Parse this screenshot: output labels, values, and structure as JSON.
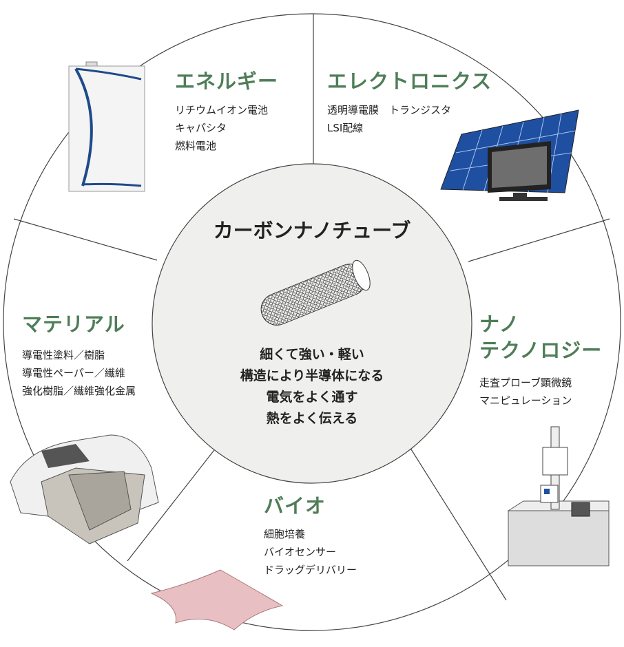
{
  "center": {
    "title": "カーボンナノチューブ",
    "properties": [
      "細くて強い・軽い",
      "構造により半導体になる",
      "電気をよく通す",
      "熱をよく伝える"
    ]
  },
  "sectors": {
    "energy": {
      "title": "エネルギー",
      "items": [
        "リチウムイオン電池",
        "キャパシタ",
        "燃料電池"
      ]
    },
    "electronics": {
      "title": "エレクトロニクス",
      "items": [
        "透明導電膜　トランジスタ",
        "LSI配線"
      ]
    },
    "nanotech": {
      "title_line1": "ナノ",
      "title_line2": "テクノロジー",
      "items": [
        "走査プローブ顕微鏡",
        "マニピュレーション"
      ]
    },
    "bio": {
      "title": "バイオ",
      "items": [
        "細胞培養",
        "バイオセンサー",
        "ドラッグデリバリー"
      ]
    },
    "material": {
      "title": "マテリアル",
      "items": [
        "導電性塗料／樹脂",
        "導電性ペーパー／繊維",
        "強化樹脂／繊維強化金属"
      ]
    }
  },
  "colors": {
    "heading": "#4e7d57",
    "center_fill": "#efefed",
    "panel": "#1f4fa0"
  }
}
